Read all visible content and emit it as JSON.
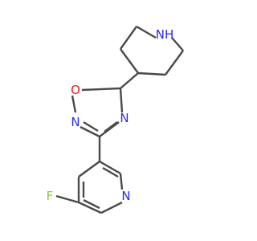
{
  "molecule": {
    "atoms": [
      {
        "id": "NH",
        "label": "NH",
        "color": "#2a2aea"
      },
      {
        "id": "O1",
        "label": "O",
        "color": "#ee1a1a"
      },
      {
        "id": "N4",
        "label": "N",
        "color": "#2a2aea"
      },
      {
        "id": "N2",
        "label": "N",
        "color": "#2a2aea"
      },
      {
        "id": "Npy",
        "label": "N",
        "color": "#2a2aea"
      },
      {
        "id": "F",
        "label": "F",
        "color": "#8cc83c"
      }
    ],
    "bond_color": "#4a4a4a",
    "background": "#ffffff"
  }
}
